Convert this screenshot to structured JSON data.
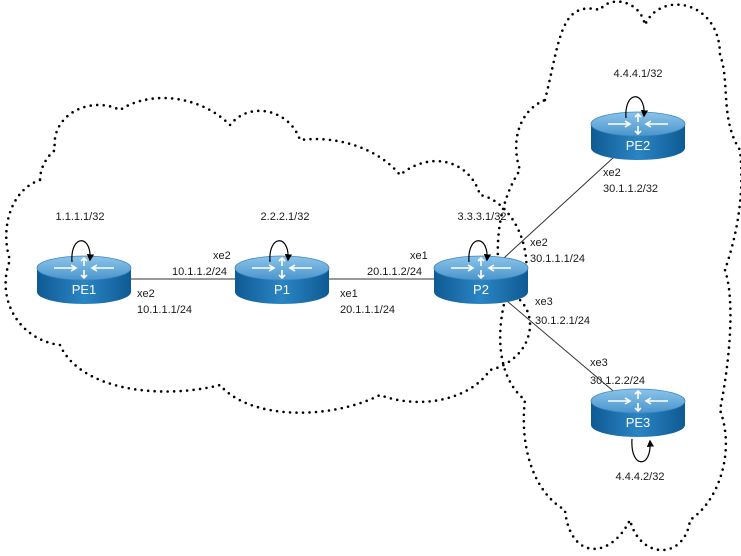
{
  "routers": [
    {
      "name": "PE1",
      "loopback": "1.1.1.1/32"
    },
    {
      "name": "P1",
      "loopback": "2.2.2.1/32"
    },
    {
      "name": "P2",
      "loopback": "3.3.3.1/32"
    },
    {
      "name": "PE2",
      "loopback": "4.4.4.1/32"
    },
    {
      "name": "PE3",
      "loopback": "4.4.4.2/32"
    }
  ],
  "links": [
    {
      "from": "PE1",
      "to": "P1",
      "from_if": "xe2",
      "from_ip": "10.1.1.1/24",
      "to_if": "xe2",
      "to_ip": "10.1.1.2/24"
    },
    {
      "from": "P1",
      "to": "P2",
      "from_if": "xe1",
      "from_ip": "20.1.1.1/24",
      "to_if": "xe1",
      "to_ip": "20.1.1.2/24"
    },
    {
      "from": "P2",
      "to": "PE2",
      "from_if": "xe2",
      "from_ip": "30.1.1.1/24",
      "to_if": "xe2",
      "to_ip": "30.1.1.2/32"
    },
    {
      "from": "P2",
      "to": "PE3",
      "from_if": "xe3",
      "from_ip": "30.1.2.1/24",
      "to_if": "xe3",
      "to_ip": "30.1.2.2/24"
    }
  ],
  "colors": {
    "router_top": "#5aa3d6",
    "router_body": "#1a6fae",
    "cloud": "#000000"
  }
}
